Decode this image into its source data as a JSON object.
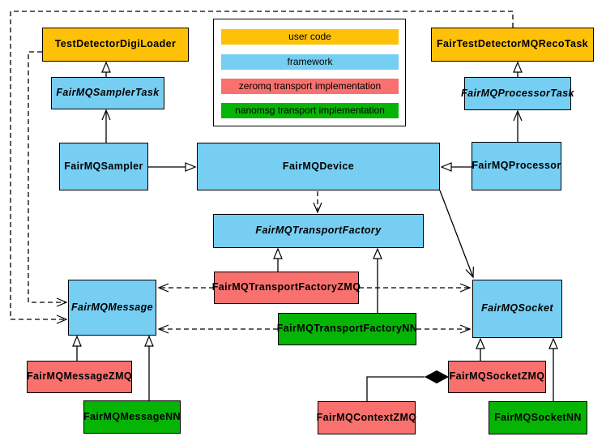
{
  "legend": {
    "items": [
      {
        "label": "user code",
        "color": "#FFC107"
      },
      {
        "label": "framework",
        "color": "#76CEF2"
      },
      {
        "label": "zeromq transport implementation",
        "color": "#F8716E"
      },
      {
        "label": "nanomsg transport implementation",
        "color": "#06B406"
      }
    ]
  },
  "colors": {
    "user_code": "#FFC107",
    "framework": "#76CEF2",
    "zeromq": "#F8716E",
    "nanomsg": "#06B406",
    "line": "#000000",
    "background": "#FFFFFF"
  },
  "nodes": [
    {
      "label": "TestDetectorDigiLoader",
      "category": "user code",
      "abstract": false
    },
    {
      "label": "FairTestDetectorMQRecoTask",
      "category": "user code",
      "abstract": false
    },
    {
      "label": "FairMQSamplerTask",
      "category": "framework",
      "abstract": true
    },
    {
      "label": "FairMQProcessorTask",
      "category": "framework",
      "abstract": true
    },
    {
      "label": "FairMQSampler",
      "category": "framework",
      "abstract": false
    },
    {
      "label": "FairMQDevice",
      "category": "framework",
      "abstract": false
    },
    {
      "label": "FairMQProcessor",
      "category": "framework",
      "abstract": false
    },
    {
      "label": "FairMQTransportFactory",
      "category": "framework",
      "abstract": true
    },
    {
      "label": "FairMQTransportFactoryZMQ",
      "category": "zeromq",
      "abstract": false
    },
    {
      "label": "FairMQTransportFactoryNN",
      "category": "nanomsg",
      "abstract": false
    },
    {
      "label": "FairMQMessage",
      "category": "framework",
      "abstract": true
    },
    {
      "label": "FairMQSocket",
      "category": "framework",
      "abstract": true
    },
    {
      "label": "FairMQMessageZMQ",
      "category": "zeromq",
      "abstract": false
    },
    {
      "label": "FairMQMessageNN",
      "category": "nanomsg",
      "abstract": false
    },
    {
      "label": "FairMQContextZMQ",
      "category": "zeromq",
      "abstract": false
    },
    {
      "label": "FairMQSocketZMQ",
      "category": "zeromq",
      "abstract": false
    },
    {
      "label": "FairMQSocketNN",
      "category": "nanomsg",
      "abstract": false
    }
  ],
  "edges": [
    {
      "from": "FairMQSamplerTask",
      "to": "TestDetectorDigiLoader",
      "type": "inheritance"
    },
    {
      "from": "FairMQProcessorTask",
      "to": "FairTestDetectorMQRecoTask",
      "type": "inheritance"
    },
    {
      "from": "FairMQSampler",
      "to": "FairMQSamplerTask",
      "type": "association"
    },
    {
      "from": "FairMQProcessor",
      "to": "FairMQProcessorTask",
      "type": "association"
    },
    {
      "from": "FairMQSampler",
      "to": "FairMQDevice",
      "type": "inheritance"
    },
    {
      "from": "FairMQProcessor",
      "to": "FairMQDevice",
      "type": "inheritance"
    },
    {
      "from": "FairMQDevice",
      "to": "FairMQTransportFactory",
      "type": "dependency"
    },
    {
      "from": "FairMQDevice",
      "to": "FairMQSocket",
      "type": "association"
    },
    {
      "from": "FairMQTransportFactoryZMQ",
      "to": "FairMQTransportFactory",
      "type": "inheritance"
    },
    {
      "from": "FairMQTransportFactoryNN",
      "to": "FairMQTransportFactory",
      "type": "inheritance"
    },
    {
      "from": "TestDetectorDigiLoader",
      "to": "FairMQMessage",
      "type": "dependency"
    },
    {
      "from": "FairTestDetectorMQRecoTask",
      "to": "FairMQMessage",
      "type": "dependency"
    },
    {
      "from": "FairMQTransportFactoryZMQ",
      "to": "FairMQMessage",
      "type": "dependency"
    },
    {
      "from": "FairMQTransportFactoryNN",
      "to": "FairMQMessage",
      "type": "dependency"
    },
    {
      "from": "FairMQTransportFactoryZMQ",
      "to": "FairMQSocket",
      "type": "dependency"
    },
    {
      "from": "FairMQTransportFactoryNN",
      "to": "FairMQSocket",
      "type": "dependency"
    },
    {
      "from": "FairMQMessageZMQ",
      "to": "FairMQMessage",
      "type": "inheritance"
    },
    {
      "from": "FairMQMessageNN",
      "to": "FairMQMessage",
      "type": "inheritance"
    },
    {
      "from": "FairMQSocketZMQ",
      "to": "FairMQSocket",
      "type": "inheritance"
    },
    {
      "from": "FairMQSocketNN",
      "to": "FairMQSocket",
      "type": "inheritance"
    },
    {
      "from": "FairMQSocketZMQ",
      "to": "FairMQContextZMQ",
      "type": "composition"
    }
  ]
}
